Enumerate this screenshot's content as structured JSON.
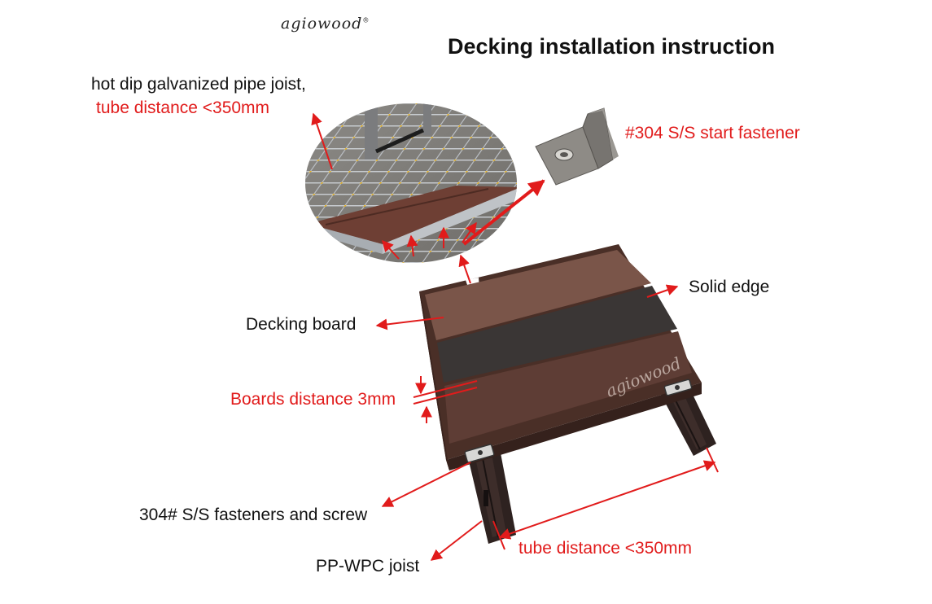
{
  "brand": {
    "logo_text": "agiowood",
    "logo_mark": "®",
    "board_logo": "agiowood"
  },
  "title": "Decking installation instruction",
  "labels": {
    "pipe_joist_line1": "hot dip galvanized pipe joist,",
    "pipe_joist_line2": "tube distance <350mm",
    "start_fastener": "#304 S/S start fastener",
    "solid_edge": "Solid edge",
    "decking_board": "Decking board",
    "boards_distance": "Boards distance 3mm",
    "fasteners_screw": "304# S/S fasteners and screw",
    "tube_distance": "tube distance <350mm",
    "ppwpc_joist": "PP-WPC joist"
  },
  "colors": {
    "annotation_red": "#e11b1b",
    "frame_dark": "#4a2f27",
    "board_brown": "#7a5549",
    "board_charcoal": "#3a3635",
    "joist_dark": "#2e2220",
    "steel": "#a9adb1"
  },
  "icons": [
    "start-fastener-icon",
    "screw-fastener-icon"
  ]
}
